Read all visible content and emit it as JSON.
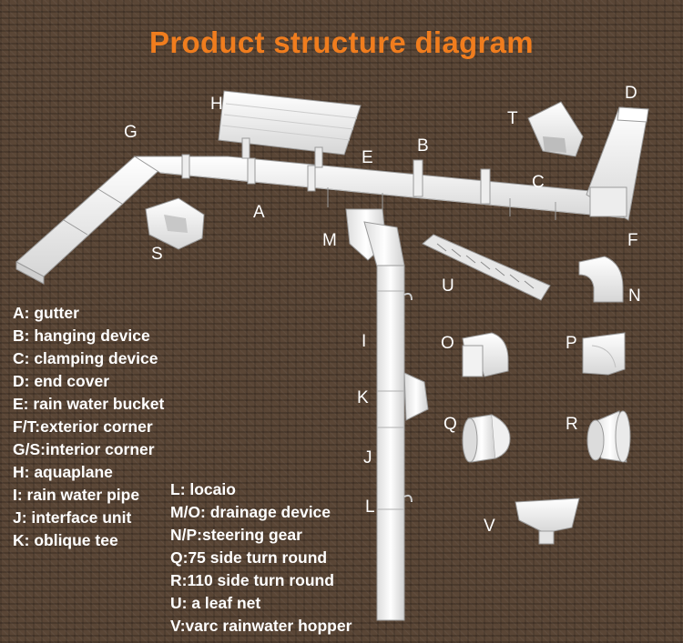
{
  "title": "Product structure diagram",
  "colors": {
    "title": "#f07d1e",
    "text": "#ffffff",
    "background": "#5a4636",
    "part": "#f4f4f4"
  },
  "part_labels": {
    "A": "A",
    "B": "B",
    "C": "C",
    "D": "D",
    "E": "E",
    "F": "F",
    "G": "G",
    "H": "H",
    "I": "I",
    "J": "J",
    "K": "K",
    "L": "L",
    "M": "M",
    "N": "N",
    "O": "O",
    "P": "P",
    "Q": "Q",
    "R": "R",
    "S": "S",
    "T": "T",
    "U": "U",
    "V": "V"
  },
  "legend_left": [
    "A:  gutter",
    "B: hanging device",
    "C: clamping device",
    "D: end cover",
    "E: rain water bucket",
    "F/T:exterior corner",
    "G/S:interior corner",
    "H: aquaplane",
    "I: rain water pipe",
    "J: interface unit",
    "K: oblique tee"
  ],
  "legend_right": [
    "L: locaio",
    "M/O: drainage device",
    "N/P:steering gear",
    "Q:75 side turn round",
    "R:110 side turn round",
    "U: a leaf net",
    "V:varc rainwater hopper"
  ]
}
